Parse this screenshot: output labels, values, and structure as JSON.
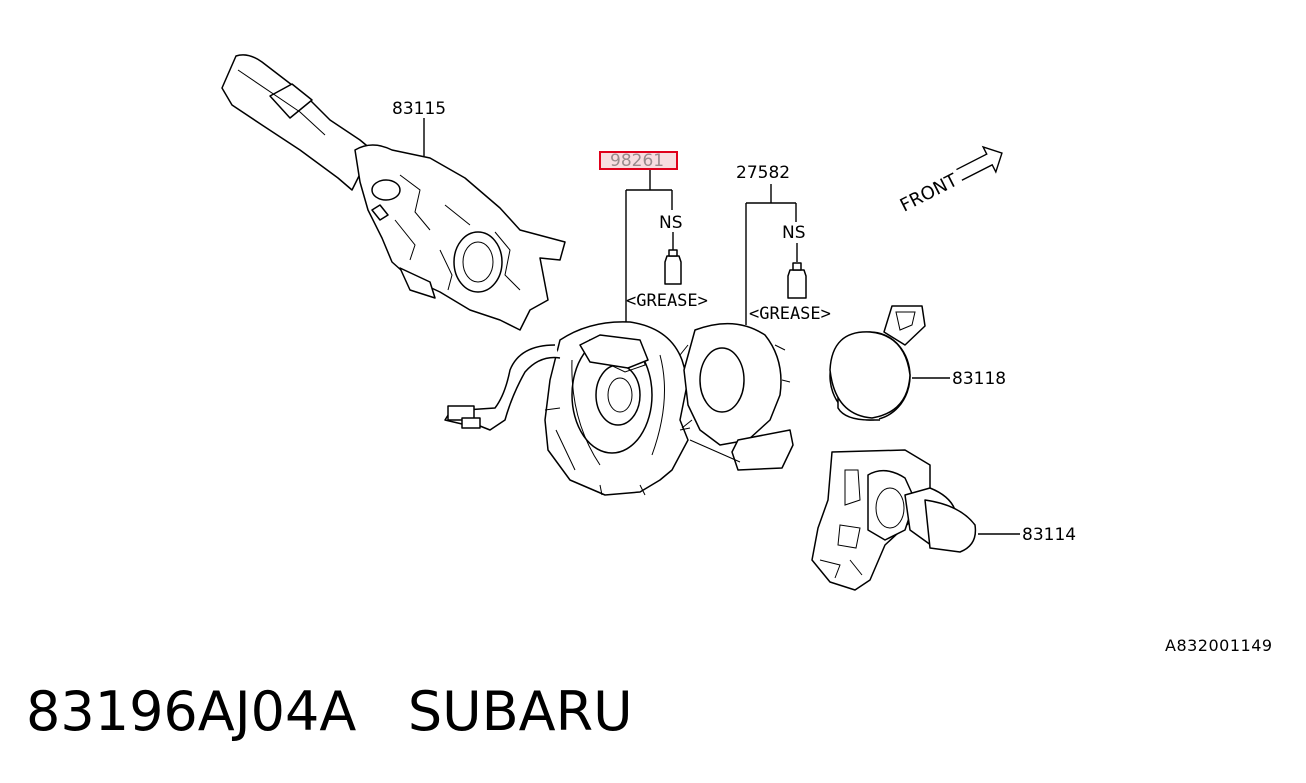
{
  "diagram": {
    "callouts": {
      "p83115": "83115",
      "p98261": "98261",
      "p27582": "27582",
      "p83118": "83118",
      "p83114": "83114"
    },
    "ns_label_1": "NS",
    "ns_label_2": "NS",
    "grease_label_1": "<GREASE>",
    "grease_label_2": "<GREASE>",
    "front_label": "FRONT",
    "highlight_color": "#e0001b",
    "highlight_fill": "#f7dde0",
    "reference_code": "A832001149"
  },
  "title": {
    "part_number": "83196AJ04A",
    "brand": "SUBARU"
  }
}
